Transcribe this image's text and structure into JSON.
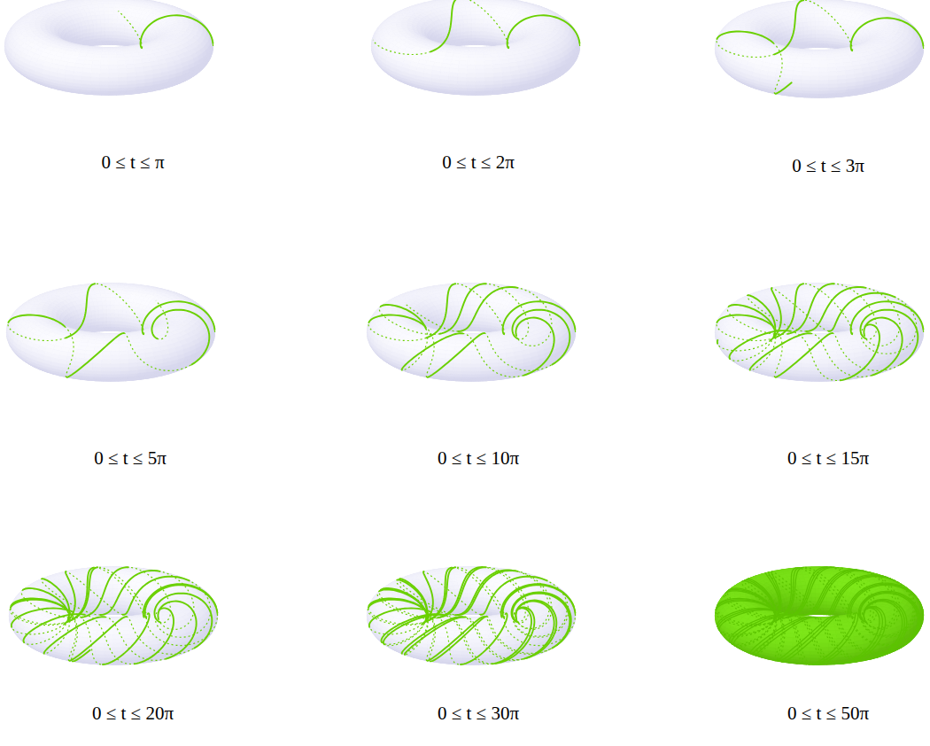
{
  "diagram": {
    "labels": [
      "0 ≤ t ≤ π",
      "0 ≤ t ≤ 2π",
      "0 ≤ t ≤ 3π",
      "0 ≤ t ≤ 5π",
      "0 ≤ t ≤ 10π",
      "0 ≤ t ≤ 15π",
      "0 ≤ t ≤ 20π",
      "0 ≤ t ≤ 30π",
      "0 ≤ t ≤ 50π"
    ]
  }
}
